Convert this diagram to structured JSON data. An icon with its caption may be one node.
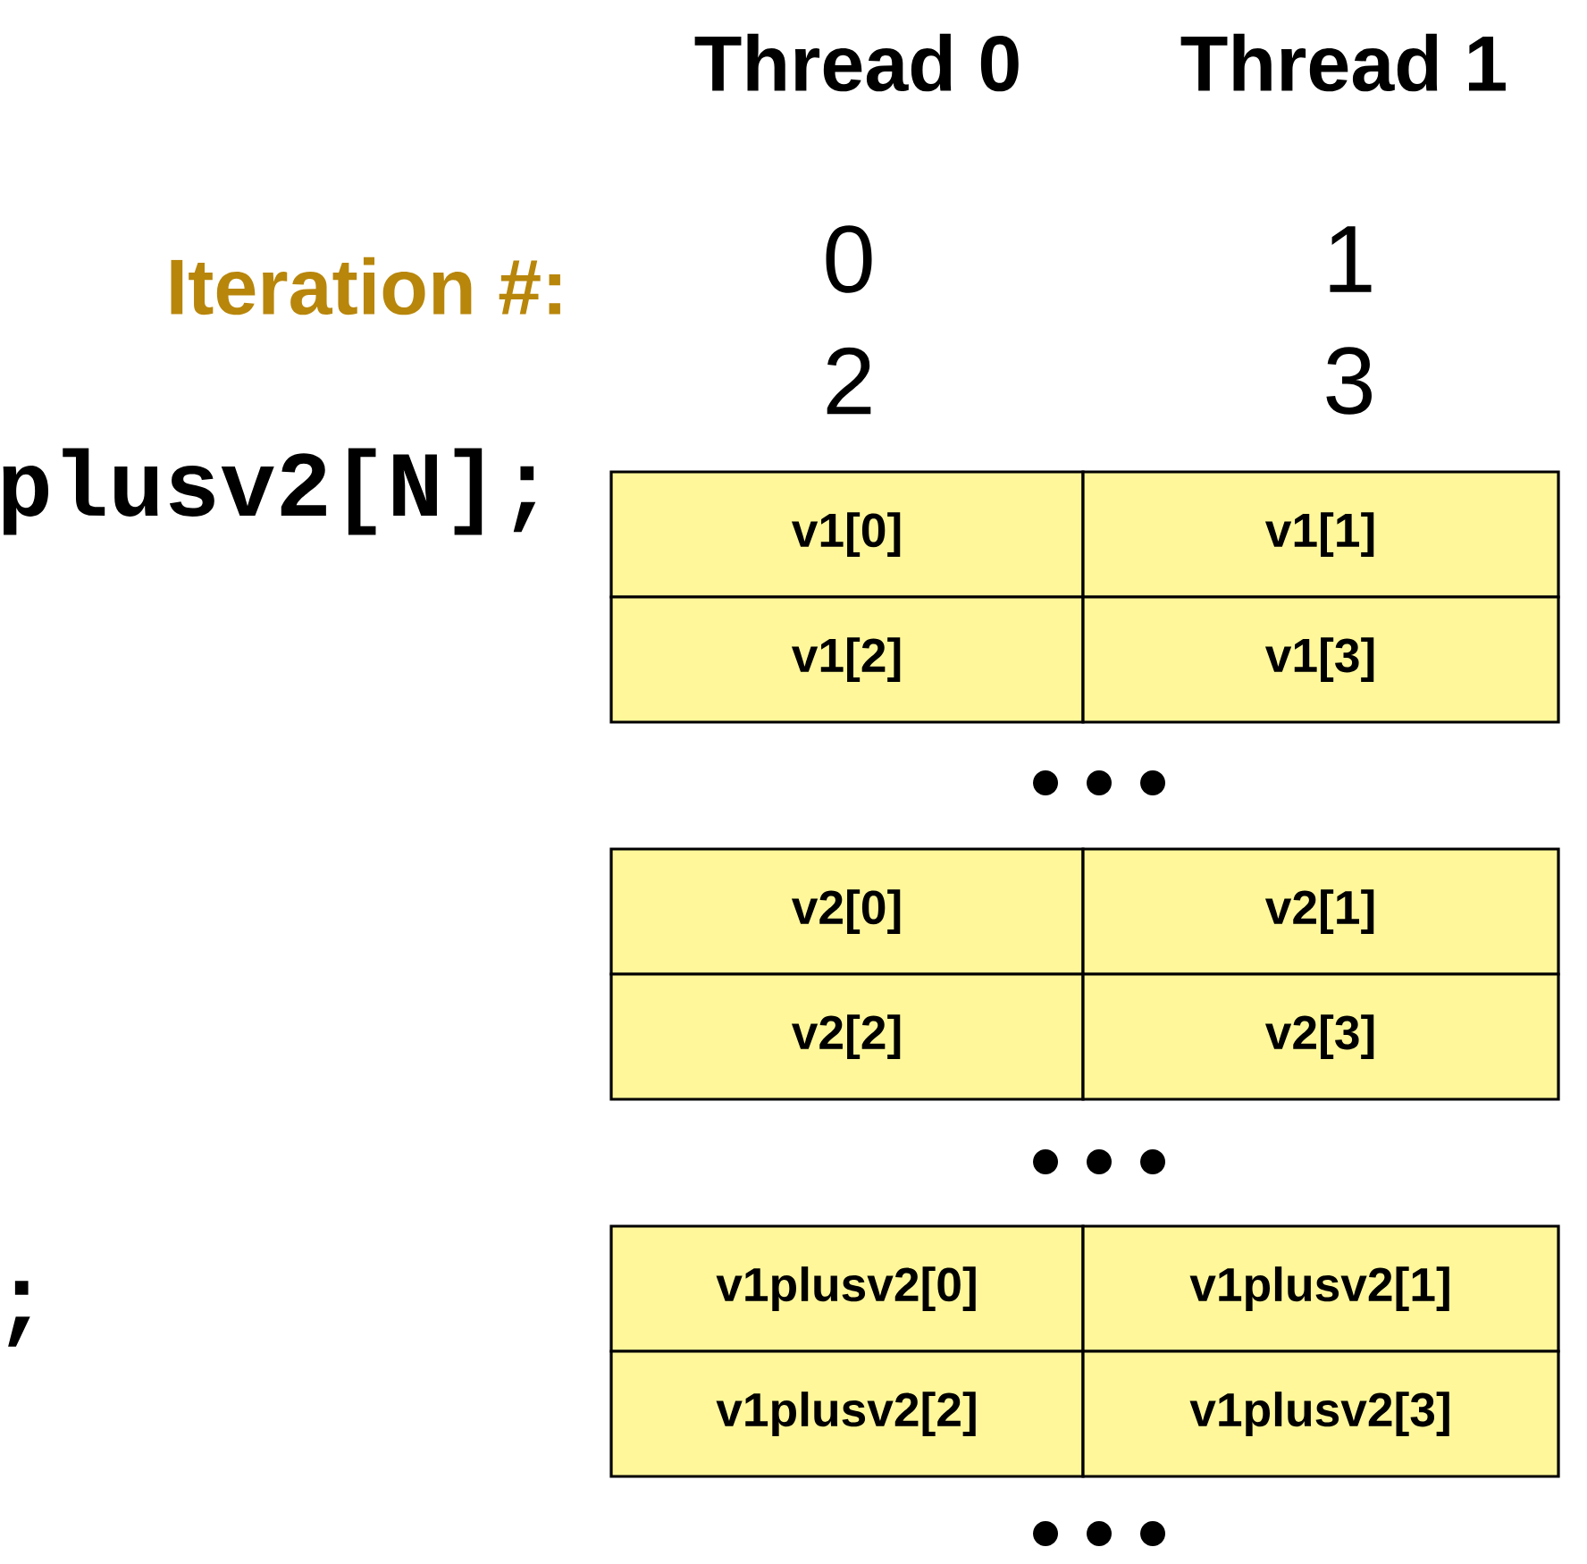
{
  "diagram": {
    "nodes": [
      {
        "text": [
          "v1[0]"
        ]
      },
      {
        "text": [
          "v1[1]"
        ]
      },
      {
        "text": [
          "v1[2]"
        ]
      },
      {
        "text": [
          "v1[3]"
        ]
      },
      {
        "text": [
          "v2[0]"
        ]
      },
      {
        "text": [
          "v2[1]"
        ]
      },
      {
        "text": [
          "v2[2]"
        ]
      },
      {
        "text": [
          "v2[3]"
        ]
      },
      {
        "text": [
          "v1plusv2[0]"
        ]
      },
      {
        "text": [
          "v1plusv2[1]"
        ]
      },
      {
        "text": [
          "v1plusv2[2]"
        ]
      },
      {
        "text": [
          "v1plusv2[3]"
        ]
      }
    ],
    "labels": [
      "Thread 0",
      "Thread 1",
      "Iteration #:",
      "0",
      "1",
      "2",
      "3",
      "plusv2[N];",
      ";"
    ]
  }
}
